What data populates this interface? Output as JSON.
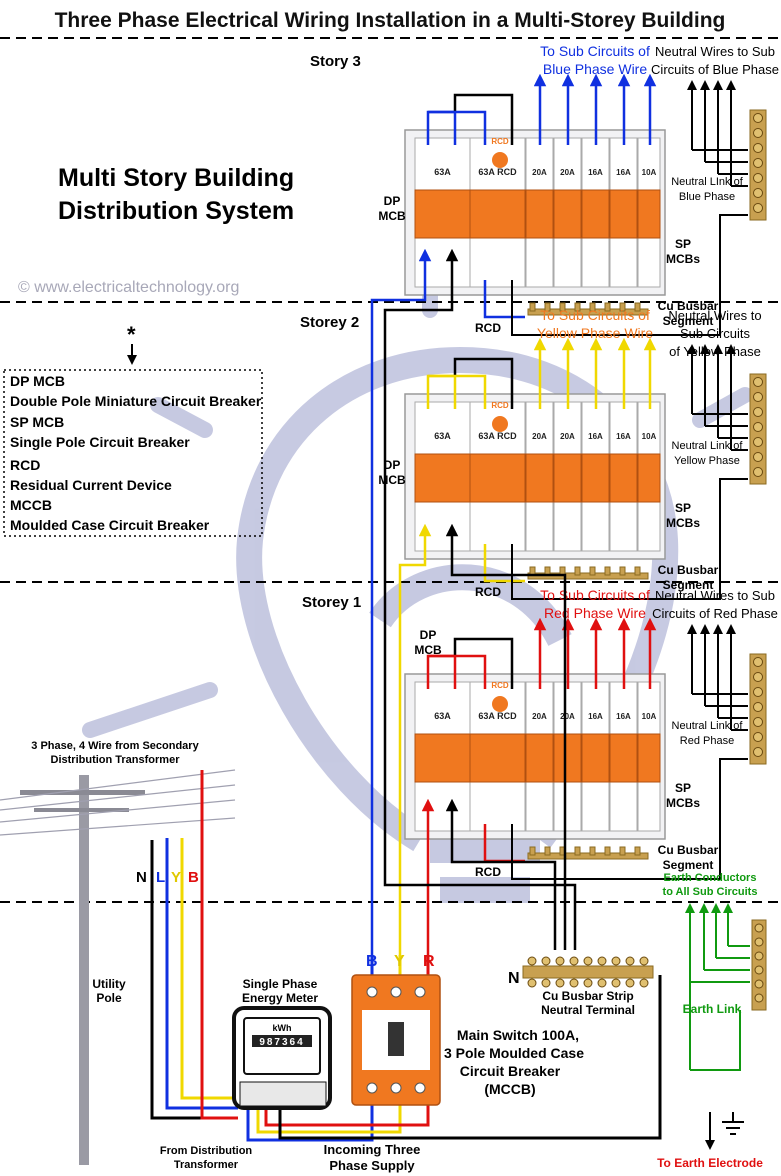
{
  "title": "Three Phase Electrical Wiring Installation in a Multi-Storey Building",
  "heading": [
    "Multi Story Building",
    "Distribution System"
  ],
  "watermark": "© www.electricaltechnology.org",
  "colors": {
    "blue": "#1030e0",
    "yellow": "#f0d800",
    "red": "#e01010",
    "green": "#109a10",
    "black": "#000000",
    "breaker": "#f07820",
    "busbar": "#c8a050",
    "watermark": "#b4b8d8"
  },
  "legend": {
    "marker": "*",
    "items": [
      {
        "abbr": "DP MCB",
        "text": "Double Pole Miniature Circuit Breaker"
      },
      {
        "abbr": "SP MCB",
        "text": "Single Pole Circuit Breaker"
      },
      {
        "abbr": "RCD",
        "text": "Residual Current Device"
      },
      {
        "abbr": "MCCB",
        "text": "Moulded Case Circuit Breaker"
      }
    ]
  },
  "storeys": [
    {
      "name": "Story 3",
      "sub_circuits": [
        "To Sub Circuits of",
        "Blue Phase Wire"
      ],
      "neutral_wires": [
        "Neutral Wires to Sub",
        "Circuits of Blue Phase"
      ],
      "neutral_link": [
        "Neutral LInk of",
        "Blue Phase"
      ]
    },
    {
      "name": "Storey 2",
      "sub_circuits": [
        "To Sub Circuits of",
        "Yellow Phase Wire"
      ],
      "neutral_wires": [
        "Neutral Wires to",
        "Sub Circuits",
        "of Yellow Phase"
      ],
      "neutral_link": [
        "Neutral Link of",
        "Yellow Phase"
      ]
    },
    {
      "name": "Storey 1",
      "sub_circuits": [
        "To Sub Circuits of",
        "Red Phase Wire"
      ],
      "neutral_wires": [
        "Neutral Wires to Sub",
        "Circuits of Red Phase"
      ],
      "neutral_link": [
        "Neutral Link of",
        "Red Phase"
      ]
    }
  ],
  "board": {
    "dp_label": [
      "DP",
      "MCB"
    ],
    "sp_label": [
      "SP",
      "MCBs"
    ],
    "rcd_label": "RCD",
    "busbar_label": [
      "Cu Busbar",
      "Segment"
    ],
    "ratings": [
      "63A",
      "63A RCD",
      "20A",
      "20A",
      "16A",
      "16A",
      "10A"
    ],
    "rcd_tag": "RCD"
  },
  "supply": {
    "source": [
      "3 Phase, 4 Wire from Secondary",
      "Distribution Transformer"
    ],
    "phases": [
      "N",
      "L",
      "Y",
      "B"
    ],
    "pole": [
      "Utility",
      "Pole"
    ],
    "meter": [
      "Single Phase",
      "Energy Meter"
    ],
    "meter_unit": "kWh",
    "meter_digits": "987364",
    "mccb_phases": [
      "B",
      "Y",
      "R"
    ],
    "mccb_label": [
      "Main Switch 100A,",
      "3 Pole Moulded Case",
      "Circuit Breaker",
      "(MCCB)"
    ],
    "neutral_terminal": [
      "Cu Busbar Strip",
      "Neutral Terminal"
    ],
    "neutral_mark": "N",
    "from_transformer": [
      "From Distribution",
      "Transformer"
    ],
    "incoming": [
      "Incoming Three",
      "Phase Supply"
    ],
    "earth_conductors": [
      "Earth Conductors",
      "to All Sub Circuits"
    ],
    "earth_link": "Earth Link",
    "earth_electrode": "To Earth Electrode"
  }
}
